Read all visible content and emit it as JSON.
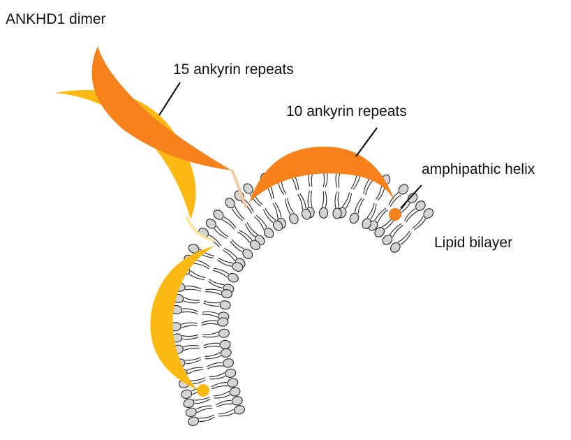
{
  "labels": {
    "title": "ANKHD1 dimer",
    "repeats15": "15 ankyrin repeats",
    "repeats10": "10 ankyrin repeats",
    "helix": "amphipathic helix",
    "bilayer": "Lipid bilayer"
  },
  "colors": {
    "dark_orange": "#F7821B",
    "light_orange": "#FDB913",
    "lipid_head": "#D4D4D4",
    "linker_peach": "#F7C9A3",
    "linker_yellow": "#FCE3A1",
    "line": "#000000"
  }
}
